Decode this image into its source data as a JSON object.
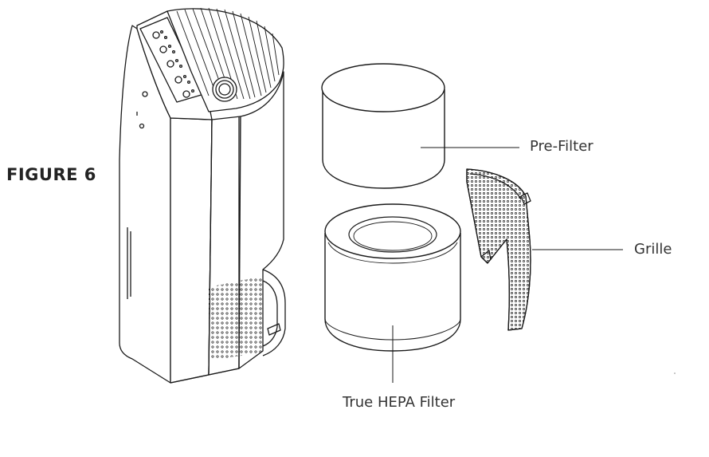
{
  "figure": {
    "label": "FIGURE 6"
  },
  "callouts": {
    "pre_filter": "Pre-Filter",
    "grille": "Grille",
    "hepa_filter": "True HEPA Filter"
  },
  "colors": {
    "line": "#1a1a1a",
    "background": "#ffffff"
  }
}
